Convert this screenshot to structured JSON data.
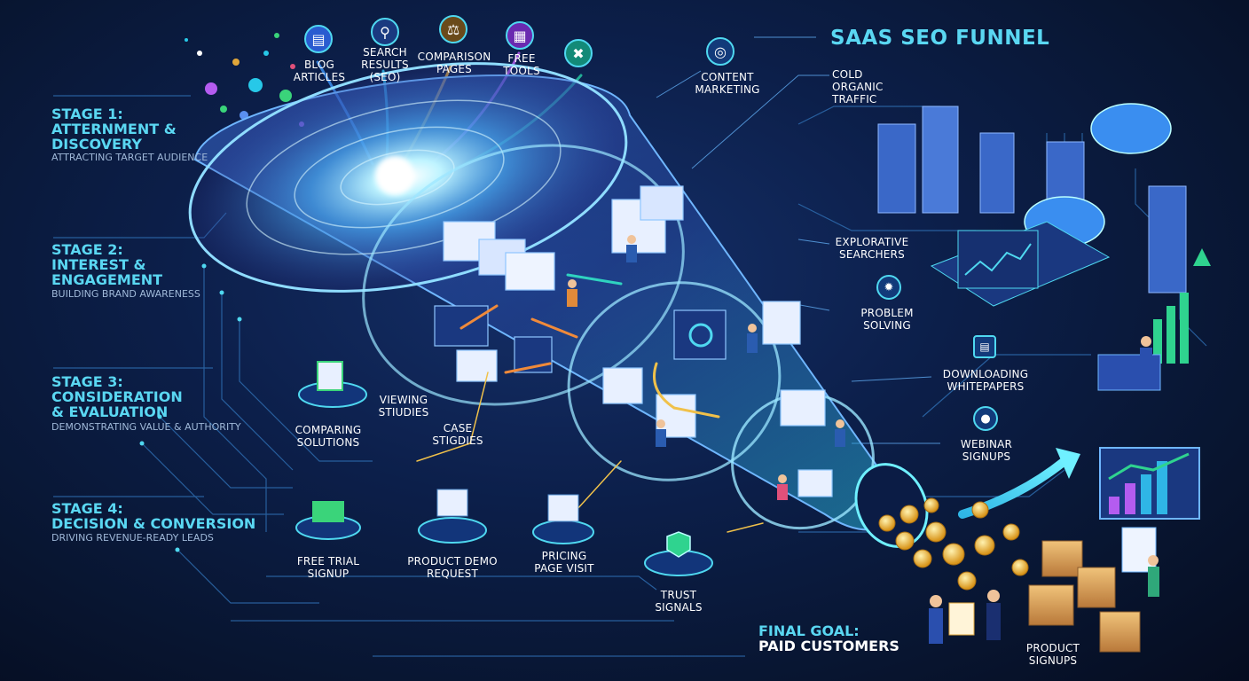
{
  "title": "SAAS SEO FUNNEL",
  "stages": [
    {
      "title": "STAGE 1:\nATTERNMENT &\nDISCOVERY",
      "subtitle": "ATTRACTING TARGET AUDIENCE"
    },
    {
      "title": "STAGE 2:\nINTEREST &\nENGAGEMENT",
      "subtitle": "BUILDING BRAND AWARENESS"
    },
    {
      "title": "STAGE 3:\nCONSIDERATION\n& EVALUATION",
      "subtitle": "DEMONSTRATING VALUE & AUTHORITY"
    },
    {
      "title": "STAGE 4:\nDECISION & CONVERSION",
      "subtitle": "DRIVING REVENUE-READY LEADS"
    }
  ],
  "sources": [
    {
      "label": "BLOG\nARTICLES",
      "icon": "document-icon",
      "color": "#3a8ef0"
    },
    {
      "label": "SEARCH\nRESULTS\n(SEO)",
      "icon": "search-icon",
      "color": "#2fb6e6"
    },
    {
      "label": "COMPARISON\nPAGES",
      "icon": "scales-icon",
      "color": "#e0a63a"
    },
    {
      "label": "FREE\nTOOLS",
      "icon": "browser-icon",
      "color": "#b45cf0"
    },
    {
      "label": "",
      "icon": "tools-icon",
      "color": "#26c7a2"
    }
  ],
  "right_labels": {
    "content_marketing": "CONTENT\nMARKETING",
    "cold_traffic": "COLD ORGANIC\nTRAFFIC",
    "explorative": "EXPLORATIVE\nSEARCHERS",
    "problem_solving": "PROBLEM\nSOLVING",
    "whitepapers": "DOWNLOADING\nWHITEPAPERS",
    "webinar": "WEBINAR\nSIGNUPS"
  },
  "mid_labels": {
    "viewing": "VIEWING\nSTIUDIES",
    "comparing": "COMPARING\nSOLUTIONS",
    "case": "CASE\nSTIGDIES"
  },
  "bottom_labels": {
    "trial": "FREE TRIAL\nSIGNUP",
    "demo": "PRODUCT DEMO\nREQUEST",
    "pricing": "PRICING\nPAGE VISIT",
    "trust": "TRUST\nSIGNALS",
    "product_signups": "PRODUCT\nSIGNUPS"
  },
  "goal": {
    "line1": "FINAL GOAL:",
    "line2": "PAID CUSTOMERS"
  },
  "colors": {
    "accent": "#5ad7f2",
    "funnel": "#5a8ff0",
    "coin": "#f2c14a",
    "growth": "#2fd38f"
  }
}
